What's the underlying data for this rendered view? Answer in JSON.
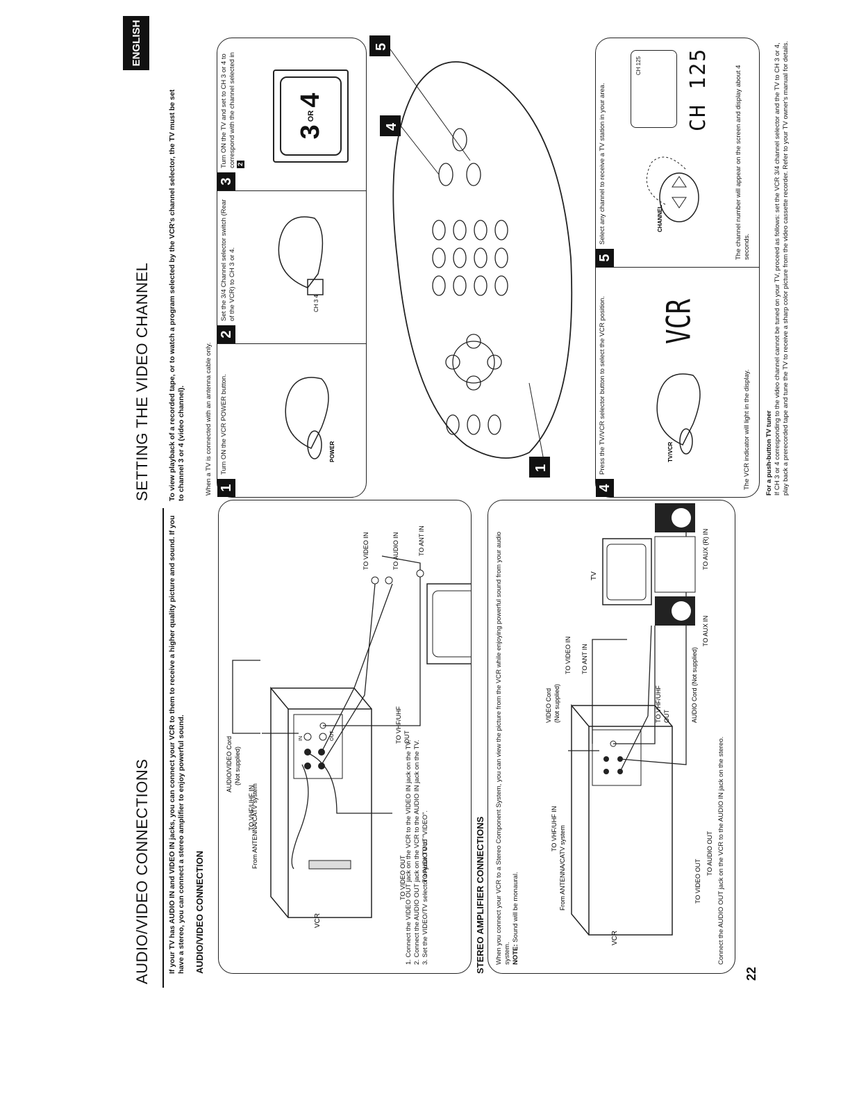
{
  "left": {
    "title": "AUDIO/VIDEO CONNECTIONS",
    "intro": "If your TV has AUDIO IN and VIDEO IN jacks, you can connect your VCR to them to receive a higher quality picture and sound. If you have a stereo, you can connect a stereo amplifier to enjoy powerful sound.",
    "av_heading": "AUDIO/VIDEO CONNECTION",
    "av_diagram": {
      "from_antenna": "From ANTENNA/CATV system",
      "vhf_in": "TO VHF/UHF IN",
      "cord": "AUDIO/VIDEO Cord",
      "not_supplied": "(Not supplied)",
      "video_out": "TO VIDEO OUT",
      "audio_out": "TO AUDIO OUT",
      "vhf_out": "TO VHF/UHF",
      "out": "OUT",
      "vcr": "VCR",
      "tv": "TV",
      "ant_in": "TO ANT IN",
      "video_in": "TO VIDEO IN",
      "audio_in": "TO AUDIO IN",
      "jack_in": "IN",
      "jack_out": "OUT"
    },
    "av_steps": [
      "1. Connect the VIDEO OUT jack on the VCR to the VIDEO IN jack on the TV.",
      "2. Connect the AUDIO OUT jack on the VCR to the AUDIO IN jack on the TV.",
      "3. Set the VIDEO/TV selector of your TV to \"VIDEO\"."
    ],
    "stereo_heading": "STEREO AMPLIFIER CONNECTIONS",
    "stereo_intro": "When you connect your VCR to a Stereo Component System, you can view the picture from the VCR while enjoying powerful sound from your audio system.",
    "stereo_note_label": "NOTE:",
    "stereo_note": "Sound will be monaural.",
    "stereo_diagram": {
      "from_antenna": "From ANTENNA/CATV system",
      "vhf_in": "TO VHF/UHF IN",
      "video_cord": "VIDEO Cord",
      "not_supplied": "(Not supplied)",
      "video_in": "TO VIDEO IN",
      "ant_in": "TO ANT IN",
      "vcr": "VCR",
      "tv": "TV",
      "video_out": "TO VIDEO OUT",
      "audio_out": "TO AUDIO OUT",
      "vhf_out": "TO VHF/UHF",
      "out": "OUT",
      "audio_cord": "AUDIO Cord (Not supplied)",
      "aux_l": "TO AUX IN",
      "aux_r": "TO AUX (R) IN"
    },
    "stereo_bottom": "Connect the AUDIO OUT jack on the VCR to the AUDIO IN jack on the stereo.",
    "page_number": "22"
  },
  "right": {
    "language_tab": "ENGLISH",
    "title": "SETTING THE VIDEO CHANNEL",
    "intro": "To view playback of a recorded tape, or to watch a program selected by the VCR's channel selector, the TV must be set to channel 3 or 4 (video channel).",
    "antenna_note": "When a TV is connected with an antenna cable only.",
    "steps": [
      {
        "num": "1",
        "text": "Turn ON the VCR POWER button.",
        "label": "POWER"
      },
      {
        "num": "2",
        "text": "Set the 3/4 Channel selector switch (Rear of the VCR) to CH 3 or 4.",
        "label": "CH 3 4"
      },
      {
        "num": "3",
        "text": "Turn ON the TV and set to CH 3 or 4 to correspond with the channel selected in",
        "ref": "2",
        "tv_main": "3",
        "tv_or": "OR",
        "tv_alt": "4"
      },
      {
        "num": "4",
        "text": "Press the TV/VCR selector button to select the VCR position.",
        "label": "TV/VCR",
        "display": "VCR",
        "foot": "The VCR indicator will light in the display."
      },
      {
        "num": "5",
        "text": "Select any channel to receive a TV station in your area.",
        "label": "CHANNEL",
        "screen": "CH 125",
        "display": "CH 125",
        "foot": "The channel number will appear on the screen and display about 4 seconds."
      }
    ],
    "remote_callouts": [
      "1",
      "4",
      "5"
    ],
    "pushbutton_heading": "For a push-button TV tuner",
    "pushbutton_text": "If CH 3 or 4 corresponding to the video channel cannot be tuned on your TV, proceed as follows: set the VCR 3/4 channel selector and the TV to CH 3 or 4, play back a prerecorded tape and tune the TV to receive a sharp color picture from the video cassette recorder. Refer to your TV owner's manual for details."
  }
}
